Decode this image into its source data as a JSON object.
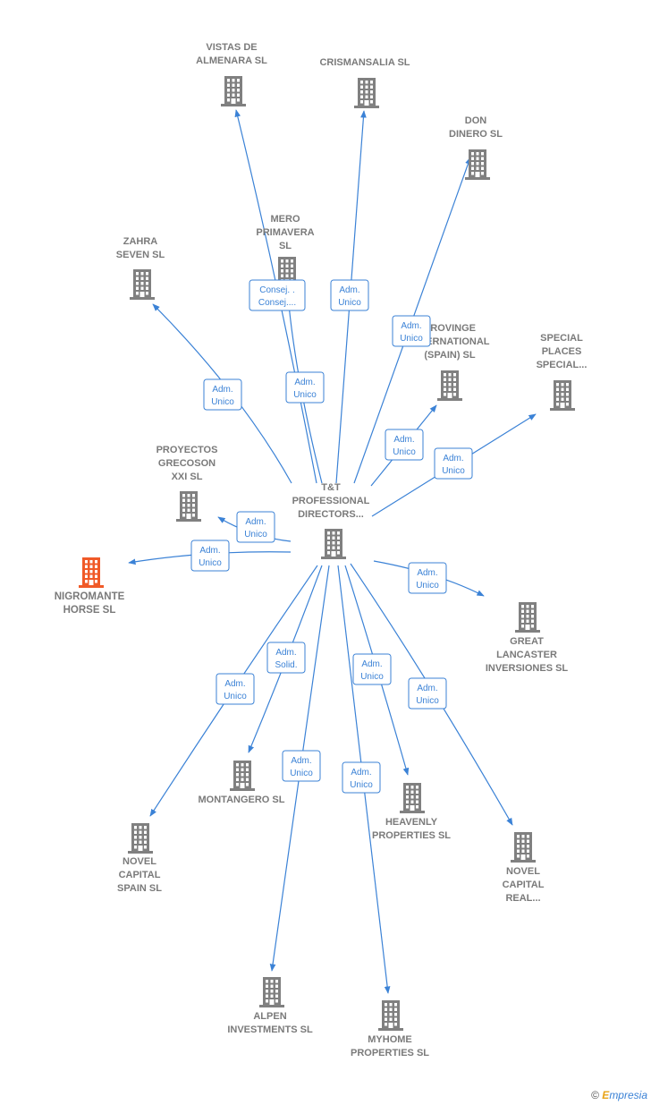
{
  "colors": {
    "edge": "#3b82d6",
    "node": "#808080",
    "focus_node": "#f05a28",
    "label": "#7a7a7a"
  },
  "center": {
    "id": "tt",
    "label": [
      "T&T",
      "PROFESSIONAL",
      "DIRECTORS..."
    ]
  },
  "nodes": [
    {
      "id": "tt",
      "label": [
        "T&T",
        "PROFESSIONAL",
        "DIRECTORS..."
      ],
      "icon": "building-icon"
    },
    {
      "id": "vistas",
      "label": [
        "VISTAS DE",
        "ALMENARA SL"
      ],
      "icon": "building-icon"
    },
    {
      "id": "crismansalia",
      "label": [
        "CRISMANSALIA SL"
      ],
      "icon": "building-icon"
    },
    {
      "id": "dondinero",
      "label": [
        "DON",
        "DINERO SL"
      ],
      "icon": "building-icon"
    },
    {
      "id": "mero",
      "label": [
        "MERO",
        "PRIMAVERA",
        "SL"
      ],
      "icon": "building-icon"
    },
    {
      "id": "zahra",
      "label": [
        "ZAHRA",
        "SEVEN  SL"
      ],
      "icon": "building-icon"
    },
    {
      "id": "provinge",
      "label": [
        "PROVINGE",
        "INTERNATIONAL",
        "(SPAIN) SL"
      ],
      "icon": "building-icon"
    },
    {
      "id": "special",
      "label": [
        "SPECIAL",
        "PLACES",
        "SPECIAL..."
      ],
      "icon": "building-icon"
    },
    {
      "id": "proyectos",
      "label": [
        "PROYECTOS",
        "GRECOSON",
        "XXI SL"
      ],
      "icon": "building-icon"
    },
    {
      "id": "nigromante",
      "label": [
        "NIGROMANTE",
        "HORSE  SL"
      ],
      "icon": "building-icon",
      "focus": true
    },
    {
      "id": "great",
      "label": [
        "GREAT",
        "LANCASTER",
        "INVERSIONES SL"
      ],
      "icon": "building-icon"
    },
    {
      "id": "montangero",
      "label": [
        "MONTANGERO SL"
      ],
      "icon": "building-icon"
    },
    {
      "id": "novelspain",
      "label": [
        "NOVEL",
        "CAPITAL",
        "SPAIN  SL"
      ],
      "icon": "building-icon"
    },
    {
      "id": "heavenly",
      "label": [
        "HEAVENLY",
        "PROPERTIES SL"
      ],
      "icon": "building-icon"
    },
    {
      "id": "novelreal",
      "label": [
        "NOVEL",
        "CAPITAL",
        "REAL..."
      ],
      "icon": "building-icon"
    },
    {
      "id": "alpen",
      "label": [
        "ALPEN",
        "INVESTMENTS SL"
      ],
      "icon": "building-icon"
    },
    {
      "id": "myhome",
      "label": [
        "MYHOME",
        "PROPERTIES SL"
      ],
      "icon": "building-icon"
    }
  ],
  "edges": [
    {
      "from": "tt",
      "to": "vistas",
      "label": [
        "Consej. .",
        "Consej...."
      ]
    },
    {
      "from": "tt",
      "to": "mero",
      "label": [
        "Adm.",
        "Unico"
      ]
    },
    {
      "from": "tt",
      "to": "crismansalia",
      "label": [
        "Adm.",
        "Unico"
      ]
    },
    {
      "from": "tt",
      "to": "dondinero",
      "label": [
        "Adm.",
        "Unico"
      ]
    },
    {
      "from": "tt",
      "to": "zahra",
      "label": [
        "Adm.",
        "Unico"
      ]
    },
    {
      "from": "tt",
      "to": "provinge",
      "label": [
        "Adm.",
        "Unico"
      ]
    },
    {
      "from": "tt",
      "to": "special",
      "label": [
        "Adm.",
        "Unico"
      ]
    },
    {
      "from": "tt",
      "to": "proyectos",
      "label": [
        "Adm.",
        "Unico"
      ]
    },
    {
      "from": "tt",
      "to": "nigromante",
      "label": [
        "Adm.",
        "Unico"
      ]
    },
    {
      "from": "tt",
      "to": "great",
      "label": [
        "Adm.",
        "Unico"
      ]
    },
    {
      "from": "tt",
      "to": "montangero",
      "label": [
        "Adm.",
        "Solid."
      ]
    },
    {
      "from": "tt",
      "to": "novelspain",
      "label": [
        "Adm.",
        "Unico"
      ]
    },
    {
      "from": "tt",
      "to": "heavenly",
      "label": [
        "Adm.",
        "Unico"
      ]
    },
    {
      "from": "tt",
      "to": "novelreal",
      "label": [
        "Adm.",
        "Unico"
      ]
    },
    {
      "from": "tt",
      "to": "alpen",
      "label": [
        "Adm.",
        "Unico"
      ]
    },
    {
      "from": "tt",
      "to": "myhome",
      "label": [
        "Adm.",
        "Unico"
      ]
    }
  ],
  "footer": {
    "copyright": "©",
    "brand_initial": "E",
    "brand_rest": "mpresia"
  }
}
